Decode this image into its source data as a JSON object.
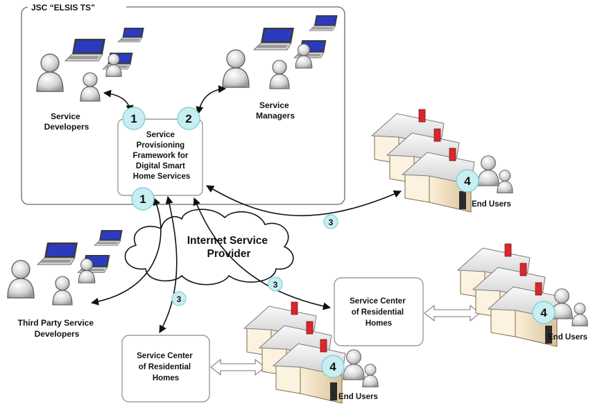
{
  "company": {
    "label": "JSC “ELSIS TS”"
  },
  "framework": {
    "lines": [
      "Service",
      "Provisioning",
      "Framework for",
      "Digital Smart",
      "Home Services"
    ]
  },
  "cloud": {
    "lines": [
      "Internet Service",
      "Provider"
    ]
  },
  "actors": {
    "developers": [
      "Service",
      "Developers"
    ],
    "managers": [
      "Service",
      "Managers"
    ],
    "third_party": [
      "Third Party Service",
      "Developers"
    ]
  },
  "service_center": {
    "lines": [
      "Service Center",
      "of Residential",
      "Homes"
    ]
  },
  "end_users": {
    "label": "End Users"
  },
  "badges": {
    "one": "1",
    "two": "2",
    "three": "3",
    "four": "4"
  },
  "colors": {
    "badge_fill": "#c9eef2",
    "badge_stroke": "#7fcfd8",
    "laptop_screen": "#2b3bbf",
    "roof": "#e8e8e8",
    "wall": "#f3e2c0",
    "chimney": "#d9262f"
  }
}
